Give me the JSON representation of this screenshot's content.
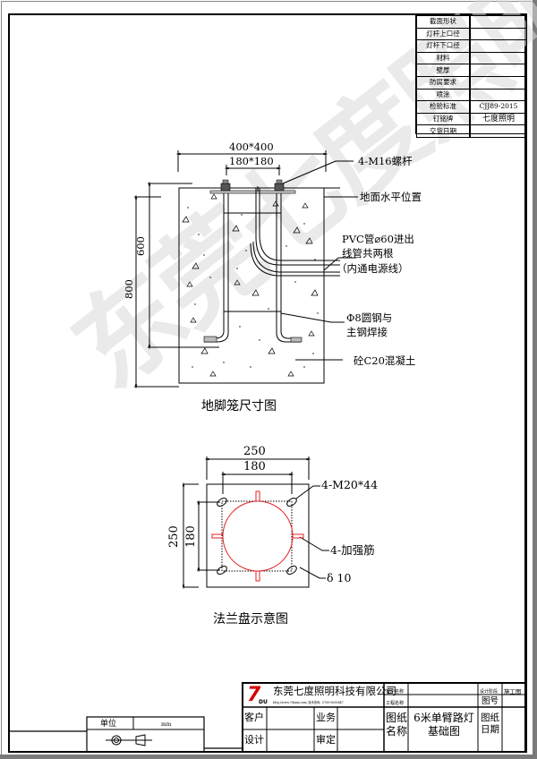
{
  "spec_table": {
    "rows": [
      {
        "key": "截面形状",
        "value": ""
      },
      {
        "key": "灯杆上口径",
        "value": ""
      },
      {
        "key": "灯杆下口径",
        "value": ""
      },
      {
        "key": "材料",
        "value": ""
      },
      {
        "key": "壁厚",
        "value": ""
      },
      {
        "key": "防腐要求",
        "value": ""
      },
      {
        "key": "喷涂",
        "value": ""
      },
      {
        "key": "检验标准",
        "value": "CJJ89-2015"
      },
      {
        "key": "钉铭牌",
        "value": "七度照明"
      },
      {
        "key": "交货日期",
        "value": ""
      }
    ]
  },
  "foundation_drawing": {
    "title": "地脚笼尺寸图",
    "dim_outer_width": "400*400",
    "dim_inner_width": "180*180",
    "dim_depth_600": "600",
    "dim_depth_800": "800",
    "labels": {
      "bolt": "4-M16螺杆",
      "ground": "地面水平位置",
      "pvc_line1": "PVC管⌀60进出",
      "pvc_line2": "线管共两根",
      "pvc_line3": "（内通电源线）",
      "rebar_line1": "Φ8圆钢与",
      "rebar_line2": "主钢焊接",
      "concrete": "砼C20混凝土"
    }
  },
  "flange_drawing": {
    "title": "法兰盘示意图",
    "dim_outer_width": "250",
    "dim_inner_width": "180",
    "dim_outer_height": "250",
    "dim_inner_height": "180",
    "labels": {
      "bolts": "4-M20*44",
      "ribs": "4-加强筋",
      "thickness": "δ 10"
    },
    "colors": {
      "pole_circle": "#e02020",
      "ribs": "#e02020"
    }
  },
  "watermark": "东莞七度照明",
  "unit_block": {
    "label": "单位",
    "value": "mm"
  },
  "title_block": {
    "logo_text": "7",
    "logo_sub": "DU",
    "company_name": "东莞七度照明科技有限公司",
    "company_sub": "http://www.7duzm.com/    技术咨询：0769-8000647",
    "client_name_label": "客户名称",
    "project_name_label": "工程名称",
    "design_stage_label": "设计阶段",
    "design_stage_value": "施工图",
    "drawing_no_label": "图号",
    "customer_label": "客户",
    "business_label": "业务",
    "design_label": "设计",
    "review_label": "审定",
    "drawing_name_label": "图纸名称",
    "drawing_name_value": "6米单臂路灯基础图",
    "drawing_date_label": "图纸日期"
  }
}
